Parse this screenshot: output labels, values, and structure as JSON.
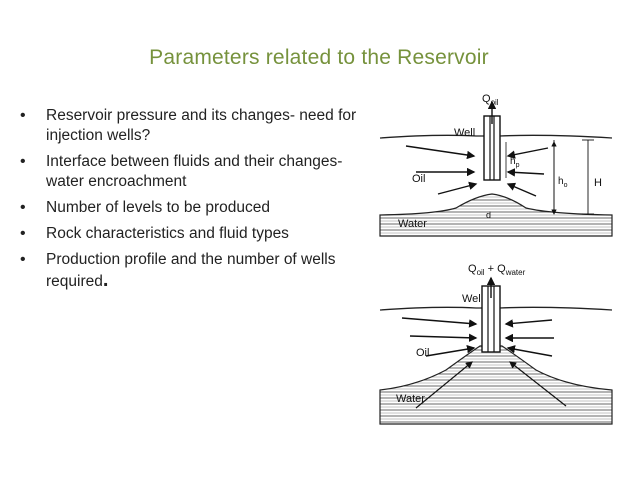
{
  "slide": {
    "title": "Parameters related to the Reservoir",
    "bullets": [
      {
        "text": "Reservoir pressure and its changes- need for injection wells?"
      },
      {
        "text": "Interface between fluids and their changes- water encroachment"
      },
      {
        "text": "Number of levels to be produced"
      },
      {
        "text": "Rock characteristics and fluid types"
      },
      {
        "text": "Production profile and the number of wells required",
        "suffix": "."
      }
    ]
  },
  "diagram_top": {
    "flow_label": "Q",
    "flow_subscript": "oil",
    "well_label": "Well",
    "oil_label": "Oil",
    "water_label": "Water",
    "hp_label": "h",
    "hp_subscript": "p",
    "ho_label": "h",
    "ho_subscript": "o",
    "H_label": "H",
    "d_label": "d"
  },
  "diagram_bottom": {
    "flow_q1": "Q",
    "flow_q1_sub": "oil",
    "flow_plus": "+",
    "flow_q2": "Q",
    "flow_q2_sub": "water",
    "well_label": "Well",
    "oil_label": "Oil",
    "water_label": "Water"
  }
}
